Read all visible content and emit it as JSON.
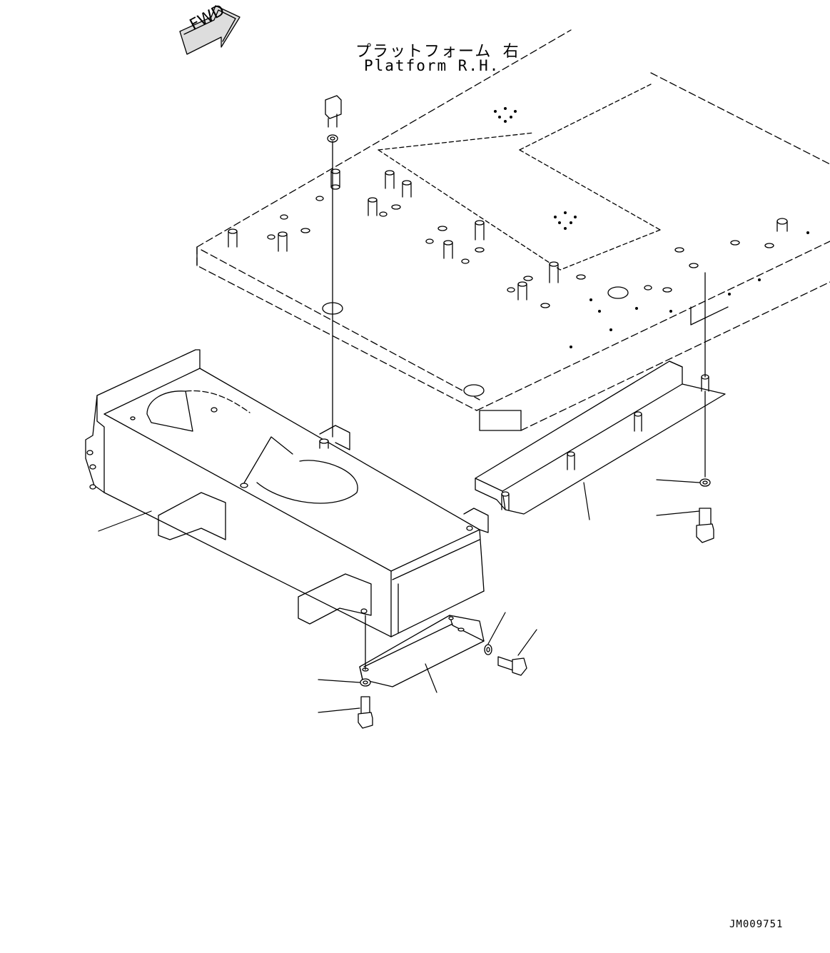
{
  "title_jp": "プラットフォーム 右",
  "title_en": "Platform R.H.",
  "fwd_label": "FWD",
  "drawing_code": "JM009751"
}
